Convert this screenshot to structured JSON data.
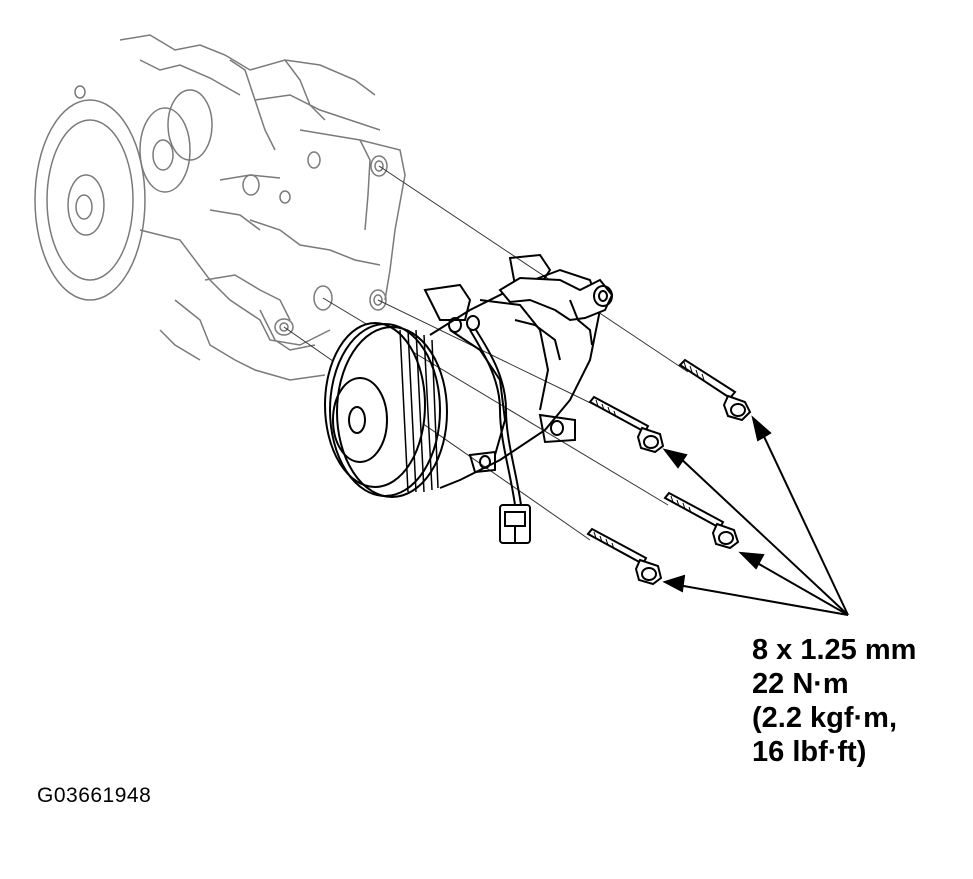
{
  "diagram": {
    "part": "ac-compressor",
    "fastener_count": 4,
    "spec": {
      "line1": "8 x 1.25 mm",
      "line2": "22 N·m",
      "line3": "(2.2 kgf·m,",
      "line4": "16 lbf·ft)"
    },
    "figure_code": "G03661948"
  }
}
